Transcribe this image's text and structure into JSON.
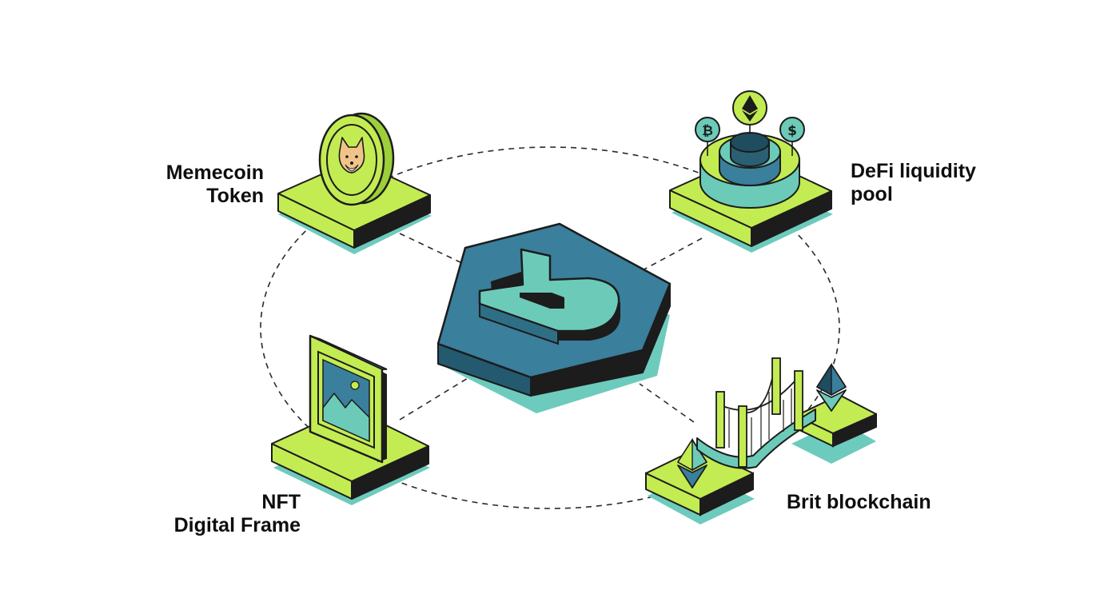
{
  "colors": {
    "lime": "#c3ec52",
    "lime_dark": "#a9d33c",
    "teal": "#6ccbb8",
    "teal_shadow": "#6dcbbd",
    "navy": "#3a7f9c",
    "dark": "#1c1c1c",
    "text": "#0e0e0e"
  },
  "center_hub": {
    "logo_icon": "b-logo-icon"
  },
  "nodes": {
    "memecoin": {
      "label_line1": "Memecoin",
      "label_line2": "Token",
      "icon": "shiba-coin-icon"
    },
    "defi": {
      "label_line1": "DeFi liquidity",
      "label_line2": "pool",
      "icon": "liquidity-pool-icon",
      "token_icons": [
        "bitcoin-icon",
        "ethereum-icon",
        "dollar-icon"
      ]
    },
    "nft": {
      "label_line1": "NFT",
      "label_line2": "Digital Frame",
      "icon": "picture-frame-icon"
    },
    "bridge": {
      "label_line1": "Brit blockchain",
      "icon": "bridge-icon"
    }
  }
}
